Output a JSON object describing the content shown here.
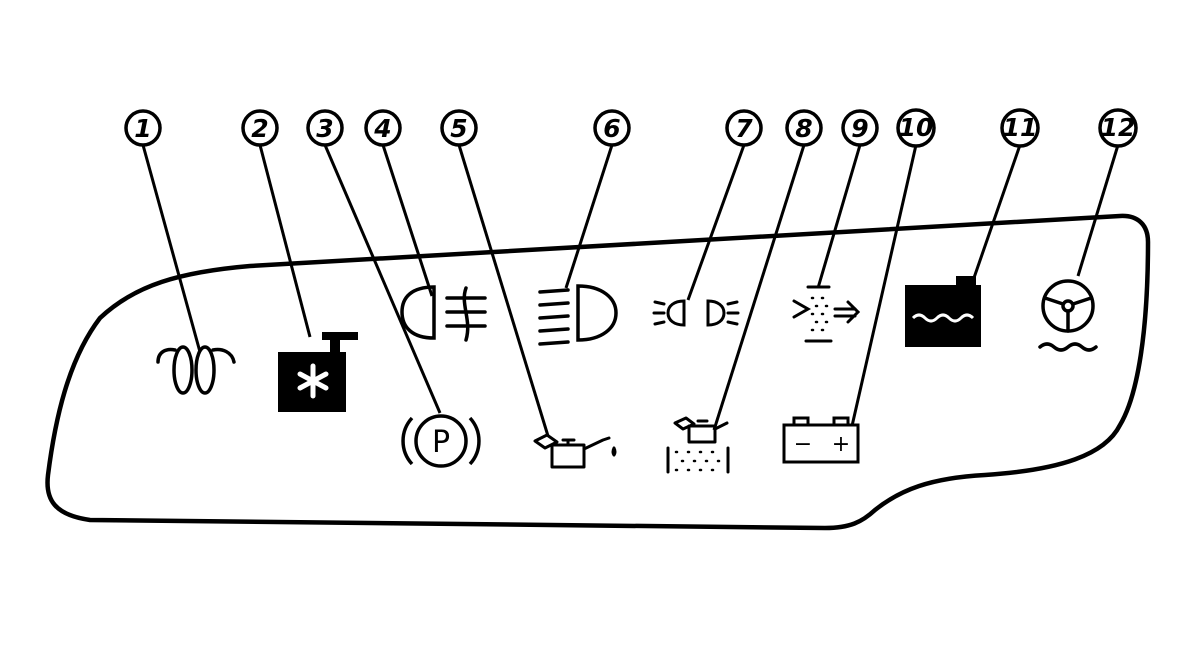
{
  "diagram": {
    "stroke_color": "#000000",
    "background_color": "#ffffff",
    "callouts": [
      {
        "num": "1",
        "icon": "glow-plug-icon"
      },
      {
        "num": "2",
        "icon": "coolant-temperature-icon"
      },
      {
        "num": "3",
        "icon": "parking-brake-icon"
      },
      {
        "num": "4",
        "icon": "front-fog-light-icon"
      },
      {
        "num": "5",
        "icon": "oil-pressure-icon"
      },
      {
        "num": "6",
        "icon": "high-beam-icon"
      },
      {
        "num": "7",
        "icon": "side-lights-icon"
      },
      {
        "num": "8",
        "icon": "oil-filter-icon"
      },
      {
        "num": "9",
        "icon": "air-filter-icon"
      },
      {
        "num": "10",
        "icon": "battery-charge-icon"
      },
      {
        "num": "11",
        "icon": "coolant-level-icon"
      },
      {
        "num": "12",
        "icon": "power-steering-icon"
      }
    ],
    "labels": {
      "parking": "P",
      "battery_minus": "−",
      "battery_plus": "+"
    }
  }
}
